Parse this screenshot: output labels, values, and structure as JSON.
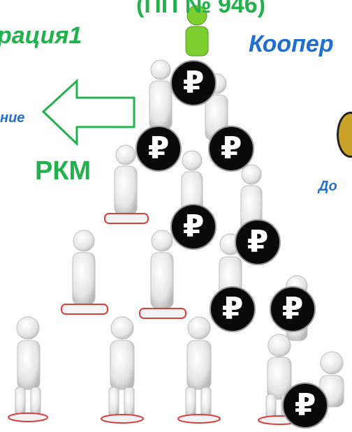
{
  "header": {
    "title": "(ПП № 946)",
    "left_caption": "рация1",
    "right_caption": "Коопер"
  },
  "left_panel": {
    "arrow_caption": "ние",
    "arrow_label": "РКМ"
  },
  "right_panel": {
    "caption": "До"
  },
  "coins": {
    "symbol": "₽",
    "color": "#0a0a0a"
  },
  "colors": {
    "green": "#22b14c",
    "blue": "#1f6fd1",
    "figure": "#ececec",
    "leader": "#7dcf2f",
    "platform_red": "#d9413d"
  }
}
